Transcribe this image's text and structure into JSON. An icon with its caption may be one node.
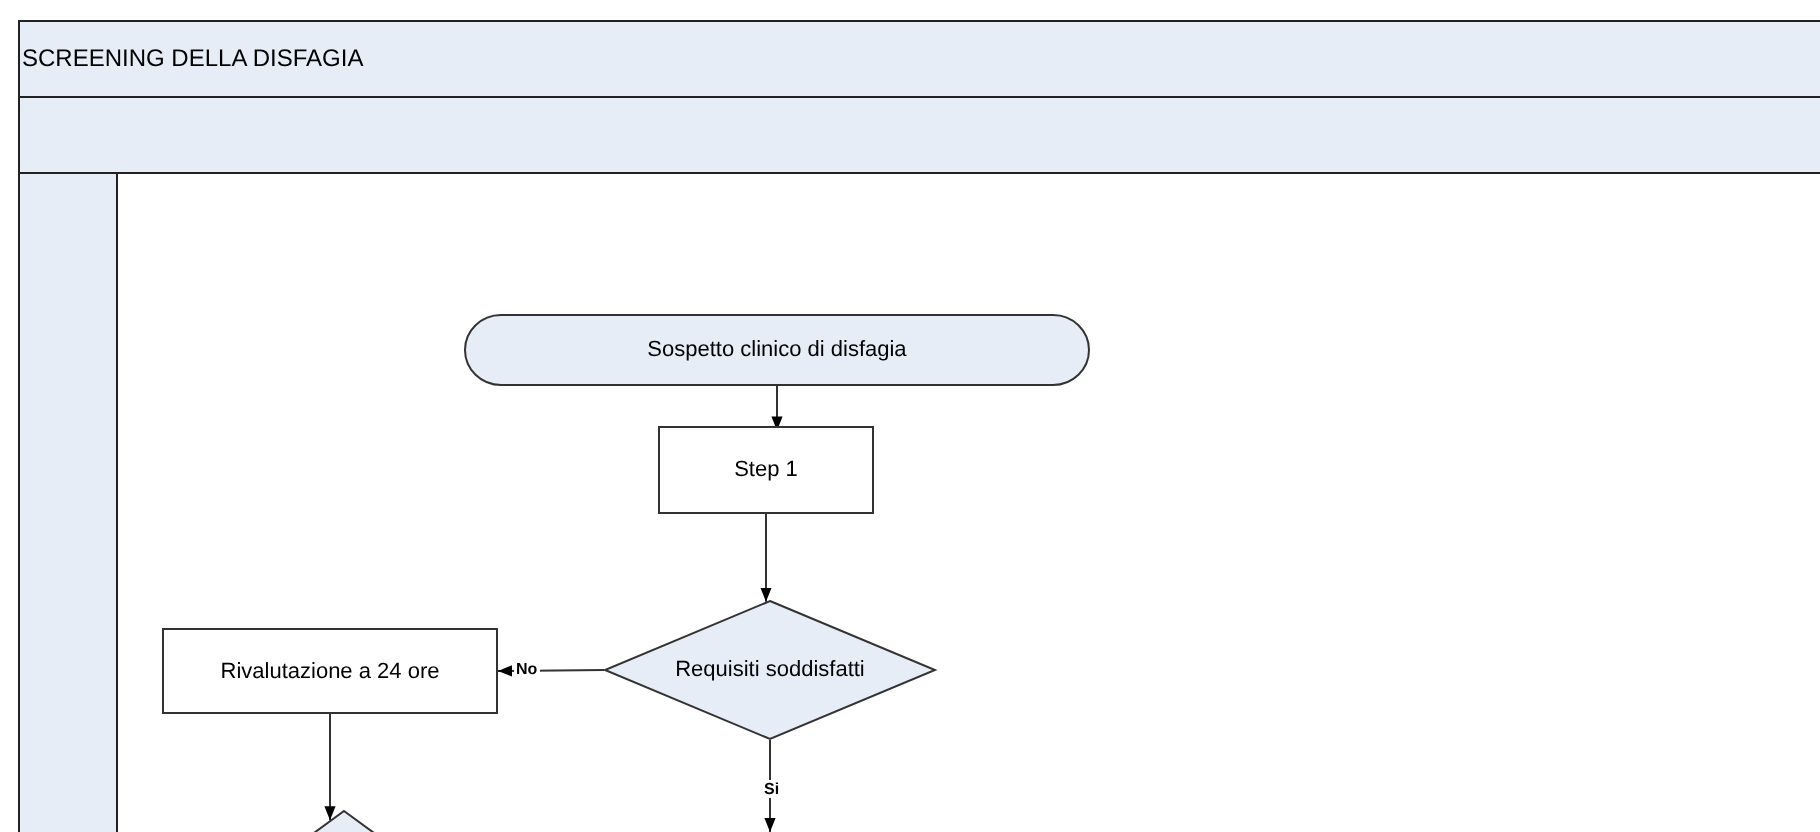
{
  "diagram": {
    "title": "SCREENING DELLA DISFAGIA",
    "nodes": [
      {
        "text": [
          "Sospetto clinico di disfagia"
        ]
      },
      {
        "text": [
          "Step 1"
        ]
      },
      {
        "text": [
          "Requisiti soddisfatti"
        ]
      },
      {
        "text": [
          "Rivalutazione a 24 ore"
        ]
      },
      {
        "text": [],
        "shape": "diamond"
      }
    ],
    "edges": [
      {
        "from": 0,
        "to": 1,
        "arrow": "to"
      },
      {
        "from": 1,
        "to": 2,
        "arrow": "to"
      },
      {
        "from": 2,
        "to": 3,
        "arrow": "to",
        "label": "No"
      },
      {
        "from": 3,
        "to": 4,
        "arrow": "to"
      },
      {
        "from": 2,
        "to": null,
        "arrow": "to",
        "label": "Si"
      }
    ]
  }
}
